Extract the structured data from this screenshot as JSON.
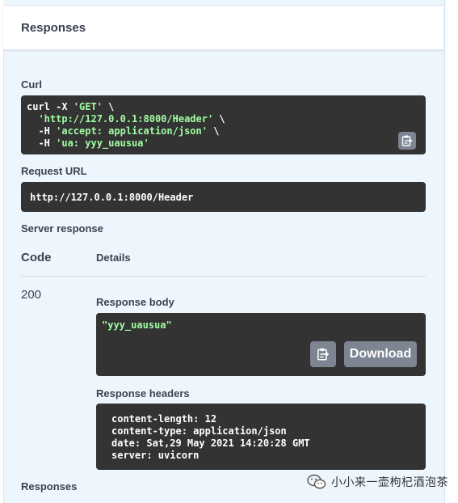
{
  "responses_section": {
    "title": "Responses"
  },
  "curl": {
    "label": "Curl",
    "lines": [
      {
        "prefix": "curl -X ",
        "string": "'GET'",
        "suffix": " \\"
      },
      {
        "prefix": "  ",
        "string": "'http://127.0.0.1:8000/Header'",
        "suffix": " \\"
      },
      {
        "prefix": "  -H ",
        "string": "'accept: application/json'",
        "suffix": " \\"
      },
      {
        "prefix": "  -H ",
        "string": "'ua: yyy_uausua'",
        "suffix": ""
      }
    ],
    "copy_icon": "clipboard-icon"
  },
  "request_url": {
    "label": "Request URL",
    "value": "http://127.0.0.1:8000/Header"
  },
  "server_response": {
    "label": "Server response",
    "code_header": "Code",
    "details_header": "Details",
    "status_code": "200",
    "response_body_label": "Response body",
    "response_body": "\"yyy_uausua\"",
    "download_label": "Download",
    "response_headers_label": "Response headers",
    "headers": [
      "content-length: 12",
      "content-type: application/json",
      "date: Sat,29 May 2021 14:20:28 GMT",
      "server: uvicorn"
    ]
  },
  "footer_label": "Responses",
  "watermark": {
    "text": "小小来一壶枸杞酒泡茶",
    "icon": "wechat-icon"
  },
  "colors": {
    "panel_bg": "#eef6fd",
    "code_bg": "#333333",
    "string_green": "#a2fca2",
    "button_gray": "#7d8492",
    "text_dark": "#3b4151"
  }
}
